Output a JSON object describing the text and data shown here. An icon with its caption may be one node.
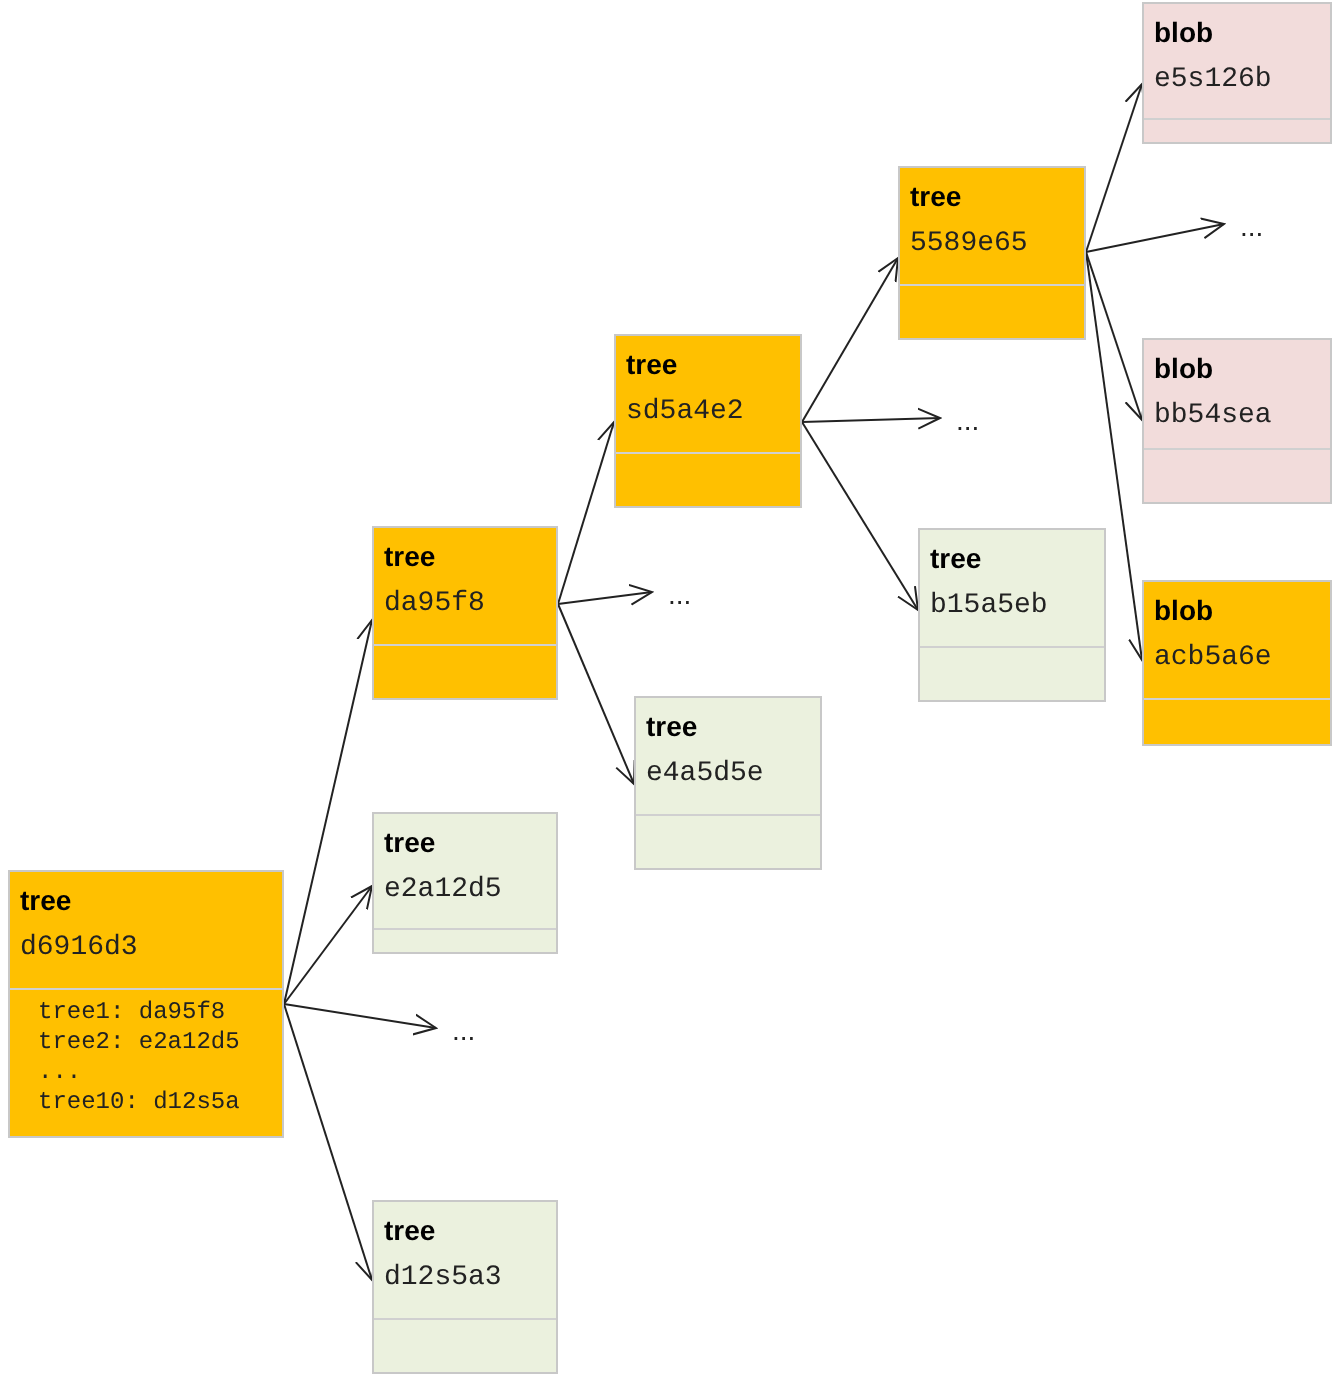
{
  "diagram": {
    "nodes": [
      {
        "text": [
          "tree",
          "d6916d3",
          "tree1: da95f8",
          "tree2: e2a12d5",
          "...",
          "tree10: d12s5a"
        ]
      },
      {
        "text": [
          "tree",
          "da95f8"
        ]
      },
      {
        "text": [
          "tree",
          "e2a12d5"
        ]
      },
      {
        "text": [
          "..."
        ]
      },
      {
        "text": [
          "tree",
          "d12s5a3"
        ]
      },
      {
        "text": [
          "tree",
          "sd5a4e2"
        ]
      },
      {
        "text": [
          "..."
        ]
      },
      {
        "text": [
          "tree",
          "e4a5d5e"
        ]
      },
      {
        "text": [
          "tree",
          "5589e65"
        ]
      },
      {
        "text": [
          "..."
        ]
      },
      {
        "text": [
          "tree",
          "b15a5eb"
        ]
      },
      {
        "text": [
          "blob",
          "e5s126b"
        ]
      },
      {
        "text": [
          "..."
        ]
      },
      {
        "text": [
          "blob",
          "bb54sea"
        ]
      },
      {
        "text": [
          "blob",
          "acb5a6e"
        ]
      }
    ],
    "edges": [
      {
        "from": 0,
        "to": 1,
        "arrow": "to"
      },
      {
        "from": 0,
        "to": 2,
        "arrow": "to"
      },
      {
        "from": 0,
        "to": 3,
        "arrow": "to"
      },
      {
        "from": 0,
        "to": 4,
        "arrow": "to"
      },
      {
        "from": 1,
        "to": 5,
        "arrow": "to"
      },
      {
        "from": 1,
        "to": 6,
        "arrow": "to"
      },
      {
        "from": 1,
        "to": 7,
        "arrow": "to"
      },
      {
        "from": 5,
        "to": 8,
        "arrow": "to"
      },
      {
        "from": 5,
        "to": 9,
        "arrow": "to"
      },
      {
        "from": 5,
        "to": 10,
        "arrow": "to"
      },
      {
        "from": 8,
        "to": 11,
        "arrow": "to"
      },
      {
        "from": 8,
        "to": 12,
        "arrow": "to"
      },
      {
        "from": 8,
        "to": 13,
        "arrow": "to"
      },
      {
        "from": 8,
        "to": 14,
        "arrow": "to"
      }
    ]
  }
}
